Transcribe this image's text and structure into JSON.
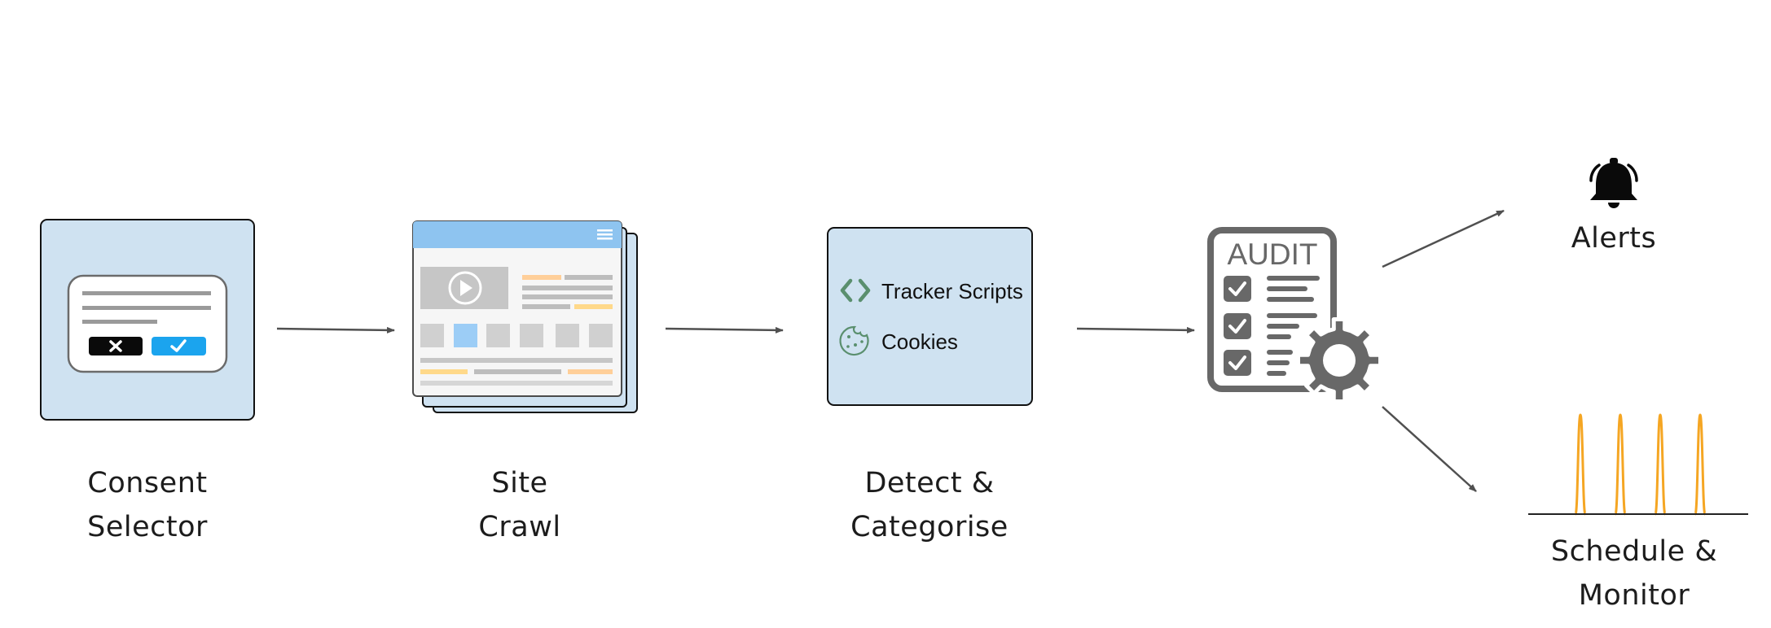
{
  "steps": {
    "consent": {
      "line1": "Consent",
      "line2": "Selector"
    },
    "crawl": {
      "line1": "Site",
      "line2": "Crawl"
    },
    "detect": {
      "line1": "Detect &",
      "line2": "Categorise",
      "item_scripts": "Tracker Scripts",
      "item_cookies": "Cookies"
    },
    "audit": {
      "badge": "AUDIT"
    },
    "alerts": {
      "label": "Alerts"
    },
    "monitor": {
      "line1": "Schedule &",
      "line2": "Monitor"
    }
  },
  "icons": [
    "reject-icon",
    "accept-icon",
    "play-icon",
    "menu-icon",
    "code-brackets-icon",
    "cookie-icon",
    "checkbox-icon",
    "gear-icon",
    "bell-icon"
  ],
  "colors": {
    "panel_fill": "#cfe2f1",
    "browser_header": "#8ec4f0",
    "accept_blue": "#1ba4ee",
    "code_green": "#5a8f6e",
    "audit_gray": "#686868",
    "spike_orange": "#f5a623",
    "arrow_gray": "#505050"
  }
}
